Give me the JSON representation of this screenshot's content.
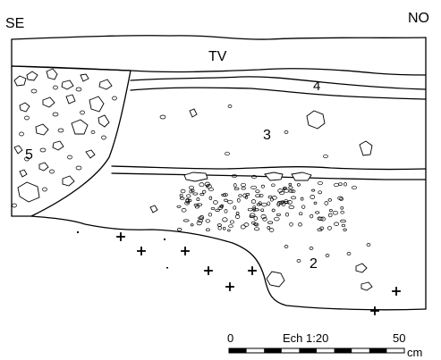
{
  "orientation": {
    "left": "SE",
    "right": "NO"
  },
  "layers": {
    "tv": "TV",
    "l4": "4",
    "l3": "3",
    "l5": "5",
    "l2": "2"
  },
  "scale": {
    "title": "Ech 1:20",
    "min": "0",
    "max": "50",
    "unit": "cm"
  }
}
